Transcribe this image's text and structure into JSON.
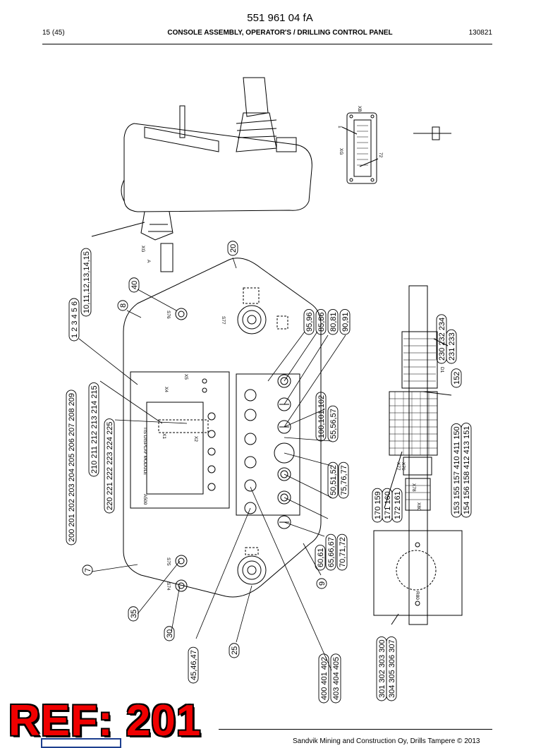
{
  "header": {
    "doc_number": "551 961 04 fA",
    "page_count": "15 (45)",
    "title": "CONSOLE ASSEMBLY, OPERATOR'S / DRILLING CONTROL PANEL",
    "date": "130821"
  },
  "footer": {
    "text": "Sandvik Mining and Construction Oy, Drills Tampere © 2013",
    "stamp": "REF: 201"
  },
  "callouts": [
    {
      "id": "c-10-15",
      "text": "10,11,12,13,14,15"
    },
    {
      "id": "c-1-6",
      "text": "1 2 3 4 5 6"
    },
    {
      "id": "c-200",
      "text": "200 201 202 203 204 205 206 207 208 209"
    },
    {
      "id": "c-210",
      "text": "210 211 212 213 214 215"
    },
    {
      "id": "c-220",
      "text": "220 221 222 223 224 225"
    },
    {
      "id": "c-7",
      "text": "7"
    },
    {
      "id": "c-8",
      "text": "8"
    },
    {
      "id": "c-20",
      "text": "20"
    },
    {
      "id": "c-40",
      "text": "40"
    },
    {
      "id": "c-35",
      "text": "35"
    },
    {
      "id": "c-30",
      "text": "30"
    },
    {
      "id": "c-25",
      "text": "25"
    },
    {
      "id": "c-45",
      "text": "45,46,47"
    },
    {
      "id": "c-400",
      "text": "400 401 402"
    },
    {
      "id": "c-403",
      "text": "403 404 405"
    },
    {
      "id": "c-9",
      "text": "9"
    },
    {
      "id": "c-60",
      "text": "60,61"
    },
    {
      "id": "c-65",
      "text": "65,66,67"
    },
    {
      "id": "c-70",
      "text": "70,71,72"
    },
    {
      "id": "c-50",
      "text": "50,51,52"
    },
    {
      "id": "c-75",
      "text": "75,76,77"
    },
    {
      "id": "c-55",
      "text": "55,56,57"
    },
    {
      "id": "c-100",
      "text": "100,101,102"
    },
    {
      "id": "c-90",
      "text": "90,91"
    },
    {
      "id": "c-80",
      "text": "80,81"
    },
    {
      "id": "c-85",
      "text": "85,86"
    },
    {
      "id": "c-95",
      "text": "95,96"
    },
    {
      "id": "c-170",
      "text": "170 159"
    },
    {
      "id": "c-171",
      "text": "171 160"
    },
    {
      "id": "c-172",
      "text": "172 161"
    },
    {
      "id": "c-153",
      "text": "153 155 157 410 411 150"
    },
    {
      "id": "c-154",
      "text": "154 156 158 412 413 151"
    },
    {
      "id": "c-152",
      "text": "152"
    },
    {
      "id": "c-230",
      "text": "230 232 234"
    },
    {
      "id": "c-231",
      "text": "231 233"
    },
    {
      "id": "c-301",
      "text": "301 302 303 300"
    },
    {
      "id": "c-304",
      "text": "304 305 306 307"
    }
  ],
  "panel_labels": {
    "x4": "X4",
    "x5": "X5",
    "x6": "XG",
    "a": "A",
    "x1": "X1",
    "x2": "X2",
    "display": "TIS DISPLAY MODULE",
    "a500": "A500",
    "s77": "S77",
    "s76": "S76",
    "s75": "S75",
    "s74": "S74",
    "xg": "XG",
    "pin1": "1",
    "pin72": "72",
    "x5b": "XB",
    "x78": "X78",
    "x80": "X80",
    "x77": "X77",
    "x79": "X79",
    "d1": "D1",
    "r80": "R80"
  }
}
